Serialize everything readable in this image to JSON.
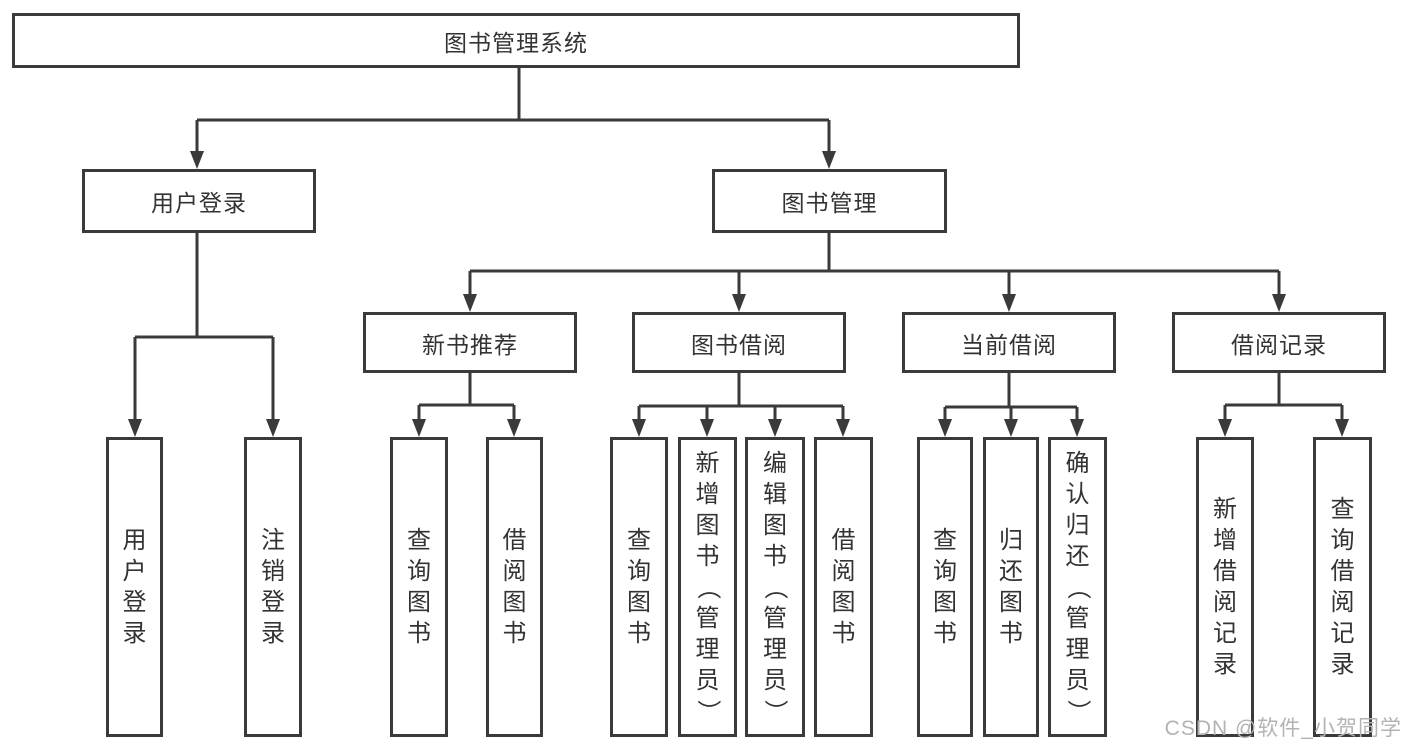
{
  "tree": {
    "root": {
      "label": "图书管理系统"
    },
    "branches": [
      {
        "label": "用户登录",
        "children": [
          {
            "label": "用户登录"
          },
          {
            "label": "注销登录"
          }
        ]
      },
      {
        "label": "图书管理",
        "children": [
          {
            "label": "新书推荐",
            "children": [
              {
                "label": "查询图书"
              },
              {
                "label": "借阅图书"
              }
            ]
          },
          {
            "label": "图书借阅",
            "children": [
              {
                "label": "查询图书"
              },
              {
                "label": "新增图书（管理员）"
              },
              {
                "label": "编辑图书（管理员）"
              },
              {
                "label": "借阅图书"
              }
            ]
          },
          {
            "label": "当前借阅",
            "children": [
              {
                "label": "查询图书"
              },
              {
                "label": "归还图书"
              },
              {
                "label": "确认归还（管理员）"
              }
            ]
          },
          {
            "label": "借阅记录",
            "children": [
              {
                "label": "新增借阅记录"
              },
              {
                "label": "查询借阅记录"
              }
            ]
          }
        ]
      }
    ]
  },
  "watermark": {
    "text": "CSDN @软件_小贺同学"
  },
  "colors": {
    "line": "#3a3a3a",
    "text": "#333333",
    "watermark": "#b3b3b3",
    "background": "#ffffff"
  }
}
